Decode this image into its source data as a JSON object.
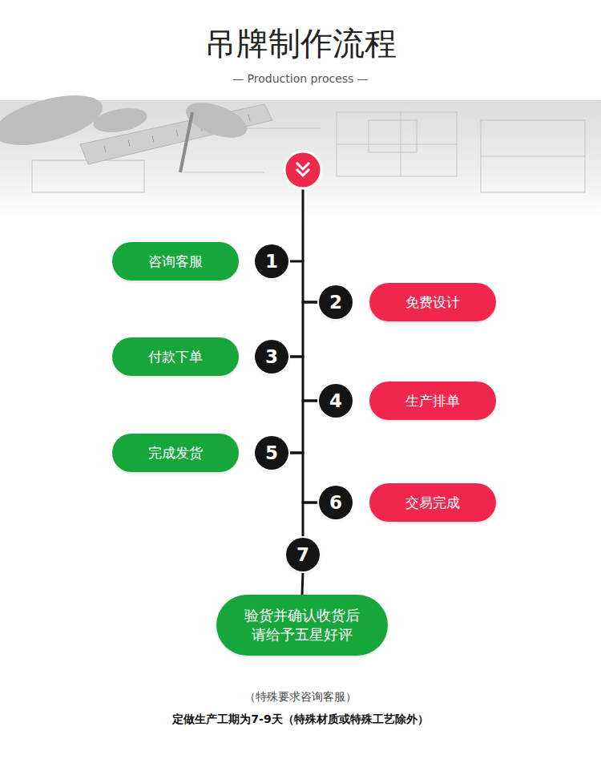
{
  "diagram": {
    "title": "吊牌制作流程",
    "nodes": [
      {
        "text": [
          "咨询客服"
        ]
      },
      {
        "text": [
          "1"
        ]
      },
      {
        "text": [
          "2"
        ]
      },
      {
        "text": [
          "免费设计"
        ]
      },
      {
        "text": [
          "付款下单"
        ]
      },
      {
        "text": [
          "3"
        ]
      },
      {
        "text": [
          "4"
        ]
      },
      {
        "text": [
          "生产排单"
        ]
      },
      {
        "text": [
          "完成发货"
        ]
      },
      {
        "text": [
          "5"
        ]
      },
      {
        "text": [
          "6"
        ]
      },
      {
        "text": [
          "交易完成"
        ]
      },
      {
        "text": [
          "7"
        ]
      },
      {
        "text": [
          "验货并确认收货后 请给予五星好评"
        ]
      }
    ],
    "edges": [
      {
        "from": 1,
        "to": 2,
        "arrow": "none"
      },
      {
        "from": 2,
        "to": 5,
        "arrow": "none"
      },
      {
        "from": 5,
        "to": 6,
        "arrow": "none"
      },
      {
        "from": 6,
        "to": 9,
        "arrow": "none"
      },
      {
        "from": 9,
        "to": 10,
        "arrow": "none"
      },
      {
        "from": 10,
        "to": 12,
        "arrow": "none"
      },
      {
        "from": 12,
        "to": 13,
        "arrow": "none"
      }
    ],
    "labels": [
      "— Production process —",
      "（特殊要求咨询客服）",
      "定做生产工期为7-9天（特殊材质或特殊工艺除外）"
    ]
  }
}
